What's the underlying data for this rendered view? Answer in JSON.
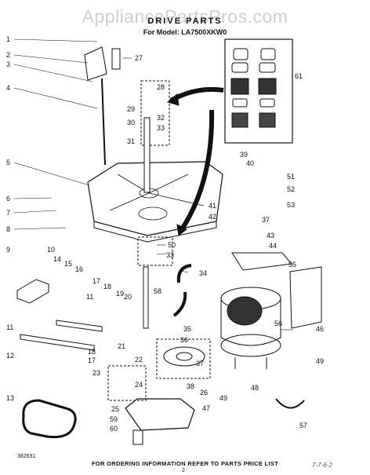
{
  "watermark": "AppliancePartsPros.com",
  "title": "DRIVE PARTS",
  "model": "For Model: LA7500XKW0",
  "footer": "FOR ORDERING INFORMATION REFER TO PARTS PRICE LIST",
  "page_number": "2",
  "drawing_code": "382631",
  "handwritten_note": "7-7-6-2",
  "callouts": [
    "1",
    "2",
    "3",
    "4",
    "5",
    "6",
    "7",
    "8",
    "9",
    "10",
    "11",
    "11",
    "12",
    "13",
    "14",
    "15",
    "16",
    "17",
    "17",
    "18",
    "18",
    "19",
    "20",
    "21",
    "22",
    "23",
    "24",
    "25",
    "26",
    "27",
    "28",
    "29",
    "30",
    "31",
    "32",
    "33",
    "33",
    "34",
    "35",
    "36",
    "37",
    "37",
    "38",
    "39",
    "40",
    "41",
    "42",
    "43",
    "44",
    "46",
    "47",
    "48",
    "49",
    "49",
    "50",
    "51",
    "52",
    "53",
    "55",
    "56",
    "57",
    "58",
    "59",
    "60",
    "61"
  ]
}
